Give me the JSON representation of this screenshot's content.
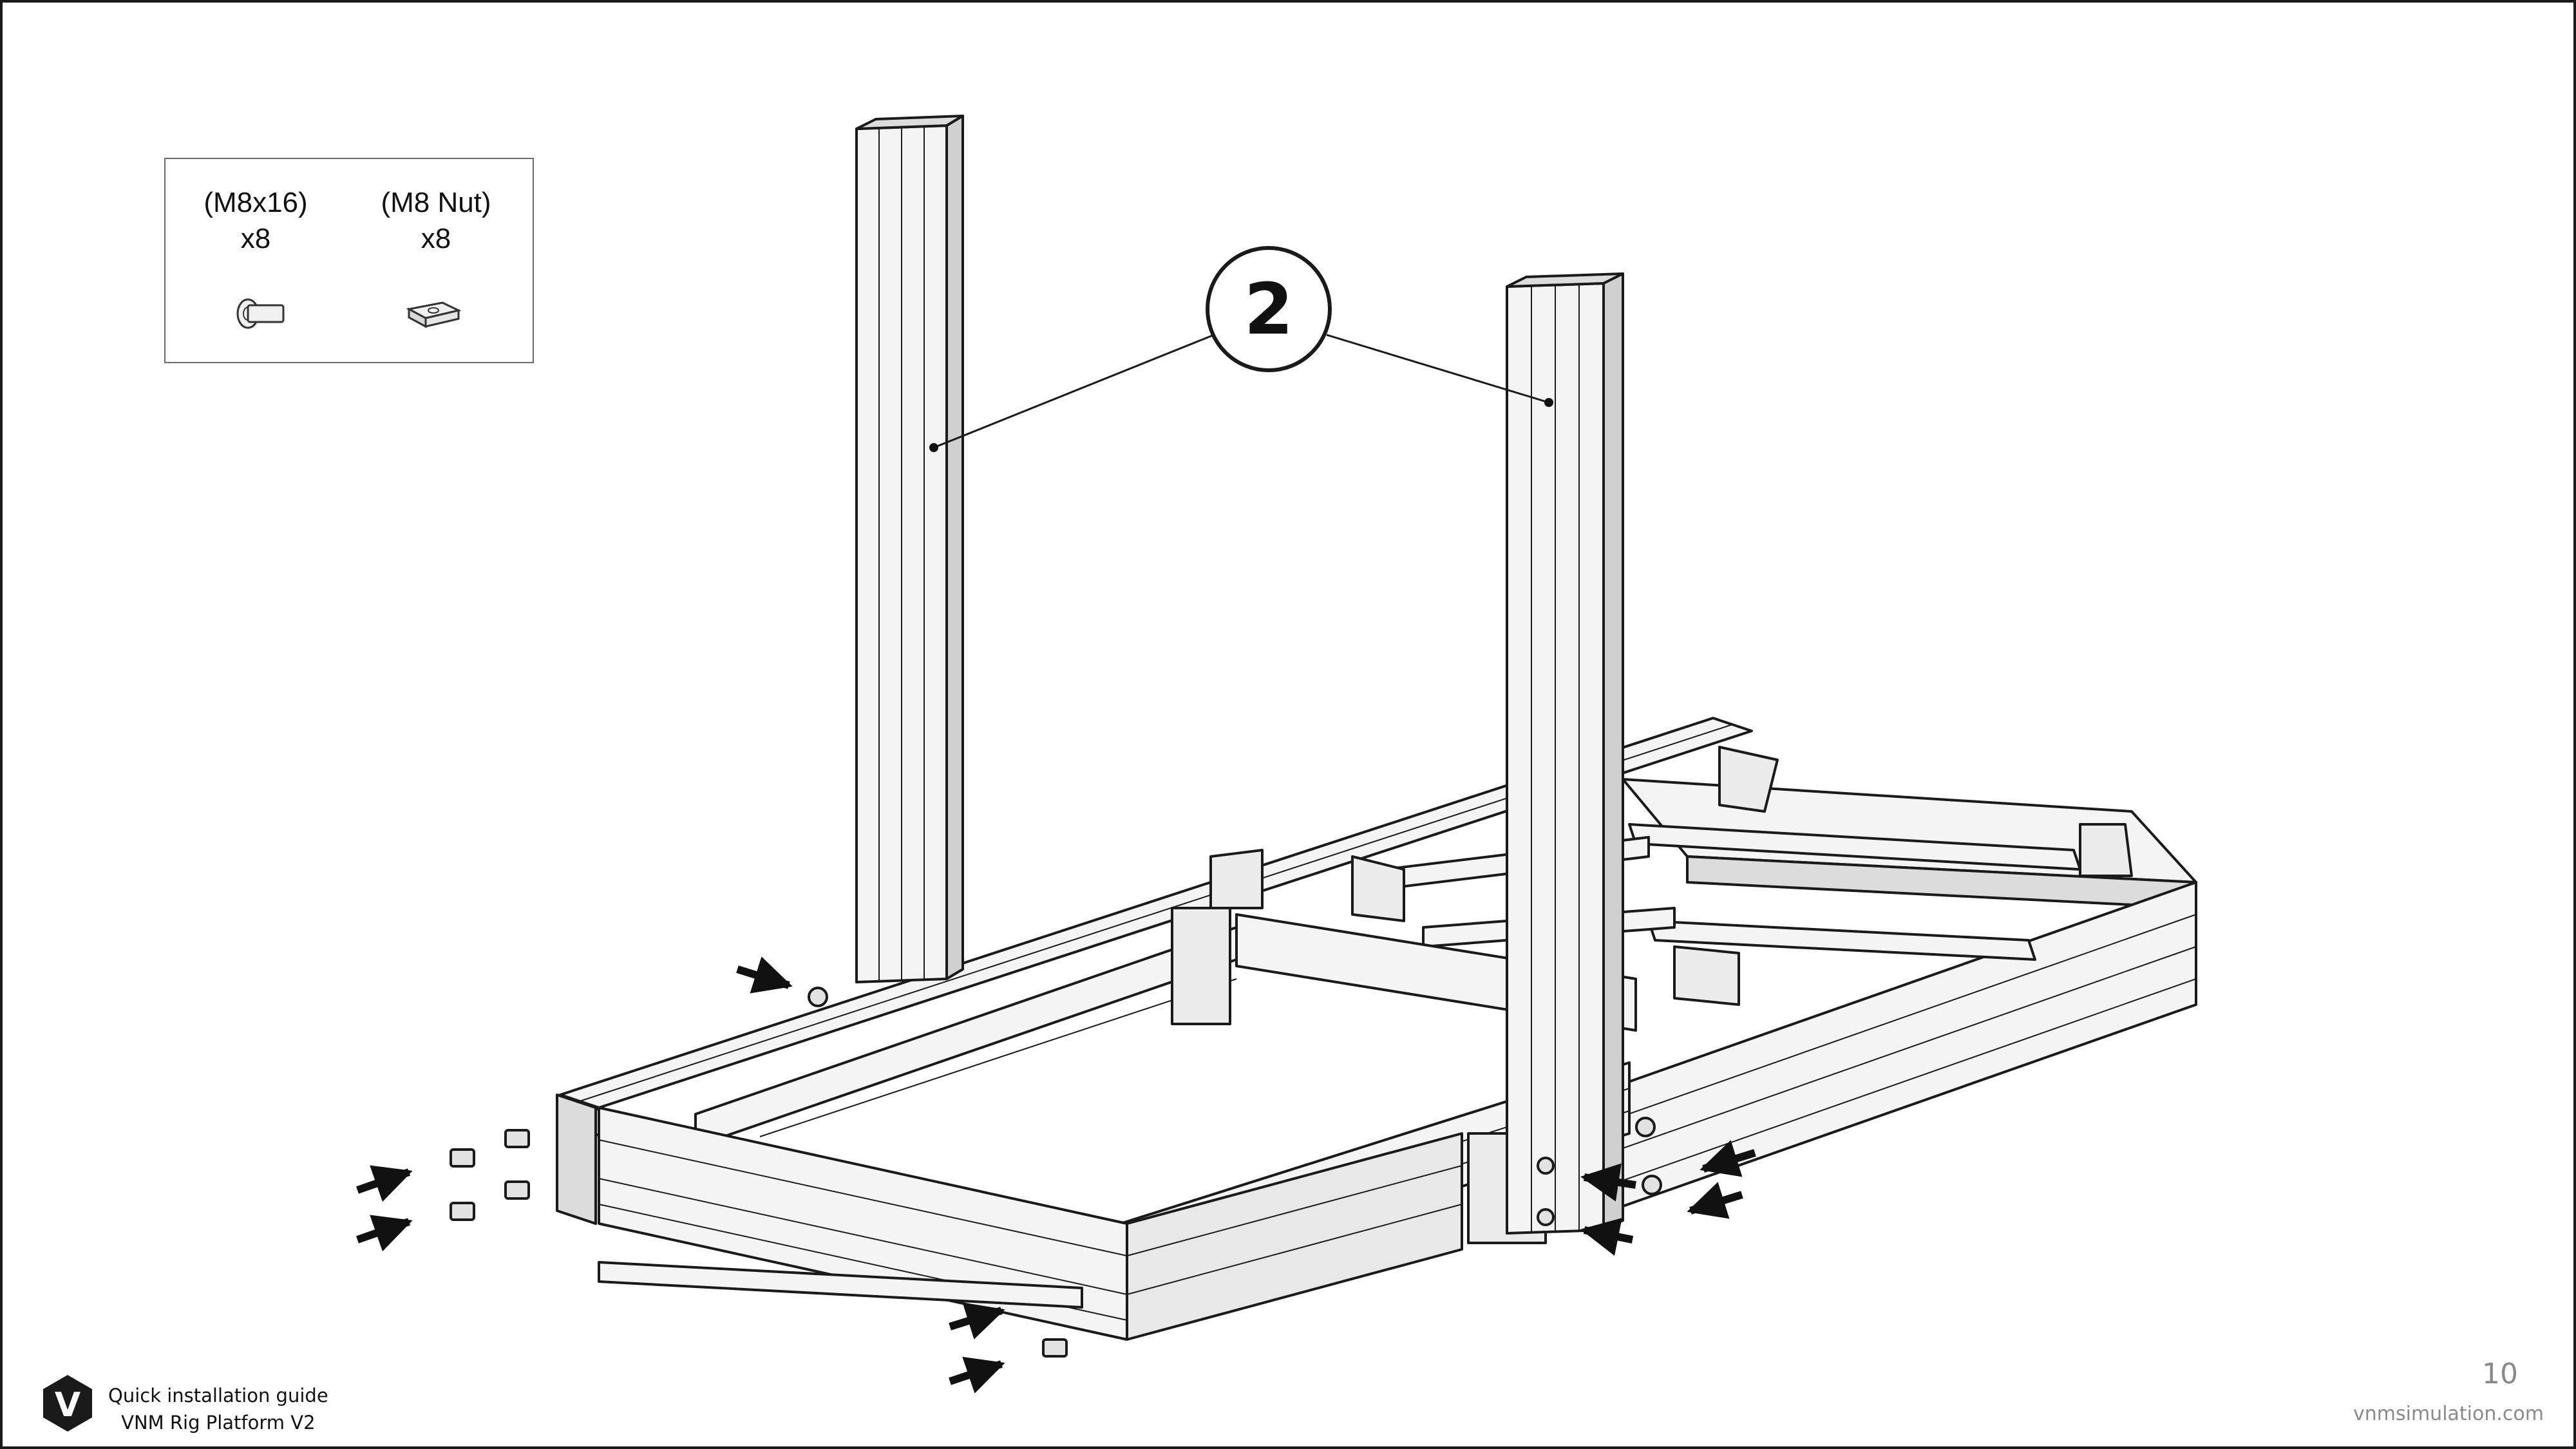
{
  "parts": [
    {
      "name": "(M8x16)",
      "qty": "x8",
      "icon": "m8x16-bolt-icon"
    },
    {
      "name": "(M8 Nut)",
      "qty": "x8",
      "icon": "m8-t-nut-icon"
    }
  ],
  "callout": {
    "label": "2"
  },
  "footer": {
    "guide_title": "Quick installation guide",
    "product": "VNM Rig Platform V2",
    "logo_letter": "V"
  },
  "page_number": "10",
  "website": "vnmsimulation.com",
  "colors": {
    "line": "#1a1a1a",
    "profile_fill": "#f2f2f2",
    "profile_shade": "#d6d6d6",
    "text_gray": "#8a8a8a"
  }
}
